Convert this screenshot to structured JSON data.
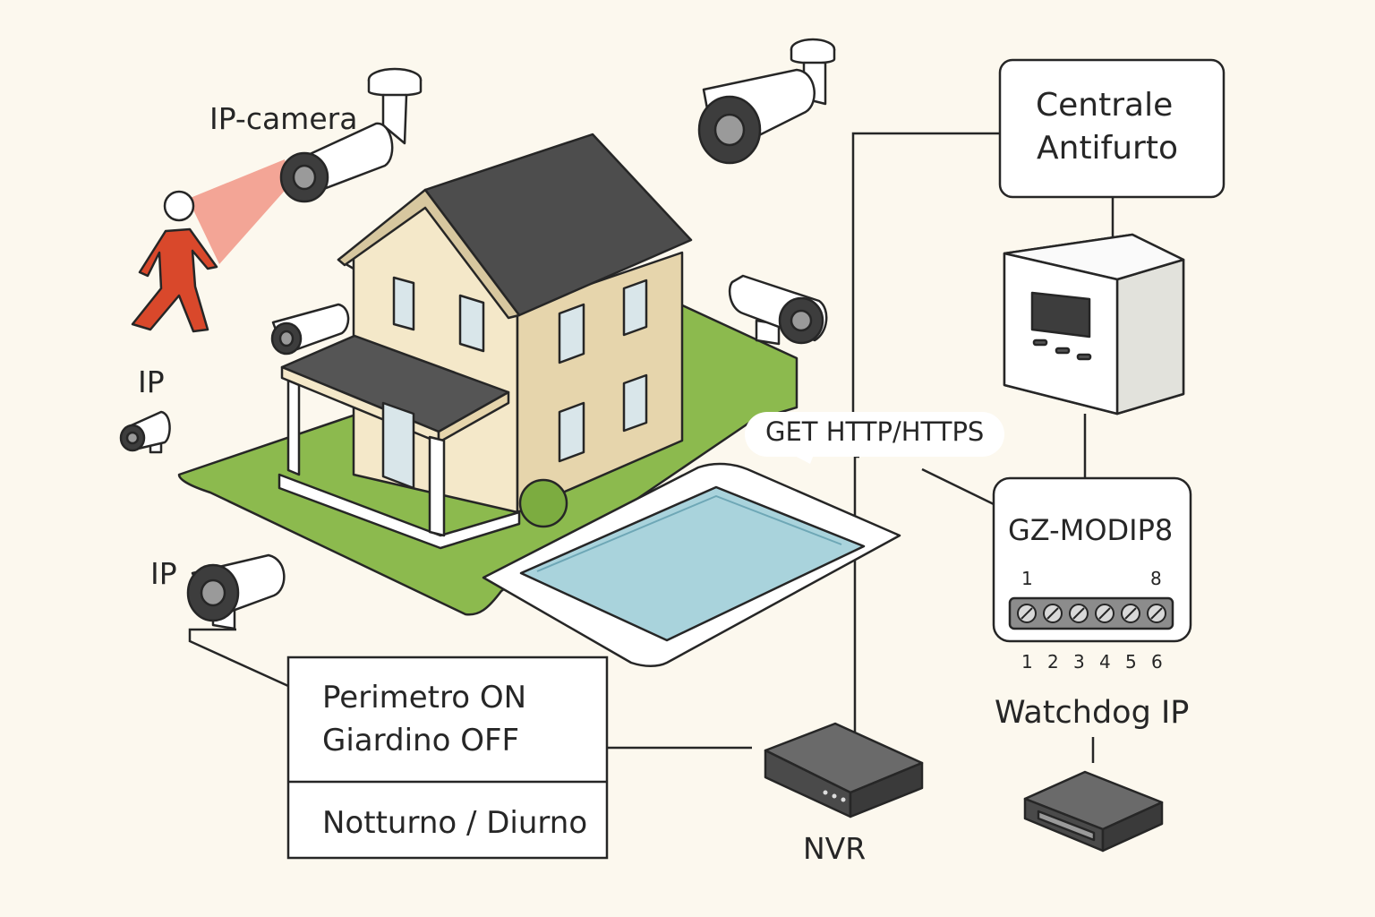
{
  "labels": {
    "ip_camera": "IP-camera",
    "ip_left": "IP",
    "ip_bottom": "IP",
    "get_http": "GET HTTP/HTTPS",
    "nvr": "NVR",
    "watchdog": "Watchdog IP"
  },
  "centrale": {
    "line1": "Centrale",
    "line2": "Antifurto"
  },
  "module": {
    "name": "GZ-MODIP8",
    "range_start": "1",
    "range_end": "8",
    "terminals": [
      "1",
      "2",
      "3",
      "4",
      "5",
      "6"
    ]
  },
  "scenario_box": {
    "line1": "Perimetro ON",
    "line2": "Giardino OFF",
    "mode": "Notturno / Diurno"
  },
  "colors": {
    "background": "#fcf8ee",
    "line": "#262626",
    "lawn": "#8cba4e",
    "pool_water": "#a9d3dc",
    "house_wall": "#f1e4c3",
    "roof": "#4d4d4d",
    "intruder": "#d9482b",
    "camera_beam": "#f08a78"
  }
}
